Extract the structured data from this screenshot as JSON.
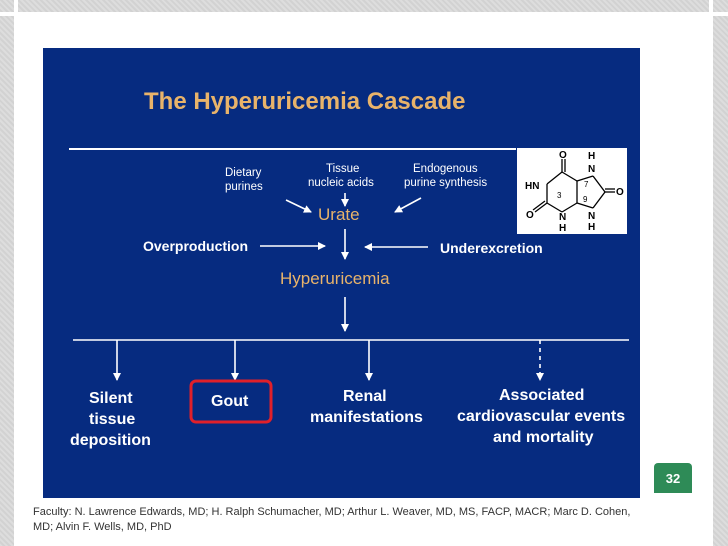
{
  "slide": {
    "title": "The Hyperuricemia Cascade",
    "page_number": "32",
    "footnote": "Faculty: N. Lawrence Edwards, MD; H. Ralph Schumacher, MD; Arthur L. Weaver, MD, MS, FACP, MACR; Marc D. Cohen, MD; Alvin F. Wells, MD, PhD"
  },
  "diagram": {
    "inputs": {
      "dietary": [
        "Dietary",
        "purines"
      ],
      "tissue": [
        "Tissue",
        "nucleic acids"
      ],
      "endogenous": [
        "Endogenous",
        "purine synthesis"
      ]
    },
    "urate": "Urate",
    "overproduction": "Overproduction",
    "underexcretion": "Underexcretion",
    "hyperuricemia": "Hyperuricemia",
    "outcomes": {
      "silent": [
        "Silent",
        "tissue",
        "deposition"
      ],
      "gout": "Gout",
      "renal": [
        "Renal",
        "manifestations"
      ],
      "cardio": [
        "Associated",
        "cardiovascular events",
        "and mortality"
      ]
    },
    "molecule": {
      "O_top": "O",
      "H_top": "H",
      "N_top": "N",
      "HN": "HN",
      "num_7": "7",
      "num_3": "3",
      "num_9": "9",
      "O_right": "O",
      "O_left": "O",
      "N_bl": "N",
      "H_bl": "H",
      "N_br": "N",
      "H_br": "H"
    },
    "colors": {
      "panel": "#062b80",
      "accent": "#e8b36a",
      "highlight": "#e0202a",
      "badge": "#2e8b57"
    }
  }
}
